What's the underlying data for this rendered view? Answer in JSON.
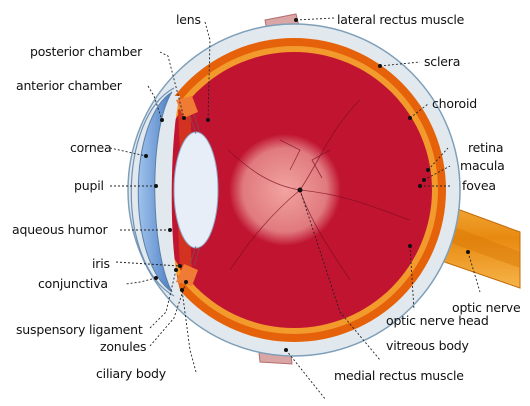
{
  "colors": {
    "sclera": "#dfe8ef",
    "choroid": "#e8650d",
    "retina_band": "#f39a2a",
    "vitreous": "#c01431",
    "vitreous_center": "#e88a8a",
    "cornea_fill": "#7aa8dd",
    "lens_fill": "#e7eef8",
    "iris": "#d2321f",
    "optic_nerve": "#ec9a16",
    "muscle": "#d9a8a8",
    "pointer": "#222222"
  },
  "labels": {
    "lens": "lens",
    "lateral_rectus": "lateral rectus muscle",
    "posterior_chamber": "posterior chamber",
    "anterior_chamber": "anterior chamber",
    "sclera": "sclera",
    "choroid": "choroid",
    "cornea": "cornea",
    "retina": "retina",
    "macula": "macula",
    "pupil": "pupil",
    "fovea": "fovea",
    "aqueous_humor": "aqueous humor",
    "iris": "iris",
    "conjunctiva": "conjunctiva",
    "optic_nerve": "optic nerve",
    "optic_nerve_head": "optic nerve head",
    "suspensory_ligament": "suspensory ligament",
    "zonules": "zonules",
    "vitreous_body": "vitreous body",
    "ciliary_body": "ciliary body",
    "medial_rectus": "medial rectus muscle"
  }
}
